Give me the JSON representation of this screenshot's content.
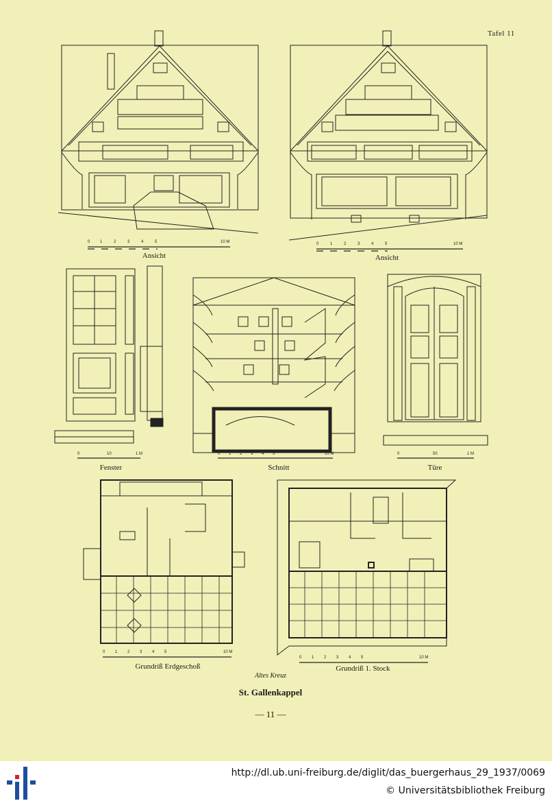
{
  "plate": {
    "label": "Tafel 11",
    "captions": {
      "ansicht_left": "Ansicht",
      "ansicht_right": "Ansicht",
      "fenster": "Fenster",
      "schnitt": "Schnitt",
      "tuere": "Türe",
      "grundriss_eg": "Grundriß Erdgeschoß",
      "grundriss_1": "Grundriß 1. Stock"
    },
    "subtitle": "Altes Kreuz",
    "title": "St. Gallenkappel",
    "page_number": "— 11 —",
    "scales": {
      "ansicht": [
        "0",
        "1",
        "2",
        "3",
        "4",
        "5",
        "10 M"
      ],
      "fenster": [
        "0",
        "10",
        "1 M"
      ],
      "schnitt": [
        "0",
        "1",
        "2",
        "3",
        "4",
        "5",
        "10 M"
      ],
      "tuere": [
        "0",
        "50",
        "1 M"
      ],
      "grundriss": [
        "0",
        "1",
        "2",
        "3",
        "4",
        "5",
        "10 M"
      ]
    }
  },
  "footer": {
    "url": "http://dl.ub.uni-freiburg.de/diglit/das_buergerhaus_29_1937/0069",
    "copyright": "© Universitätsbibliothek Freiburg",
    "logo_color_red": "#d4202a",
    "logo_color_blue": "#1f4e9c"
  }
}
